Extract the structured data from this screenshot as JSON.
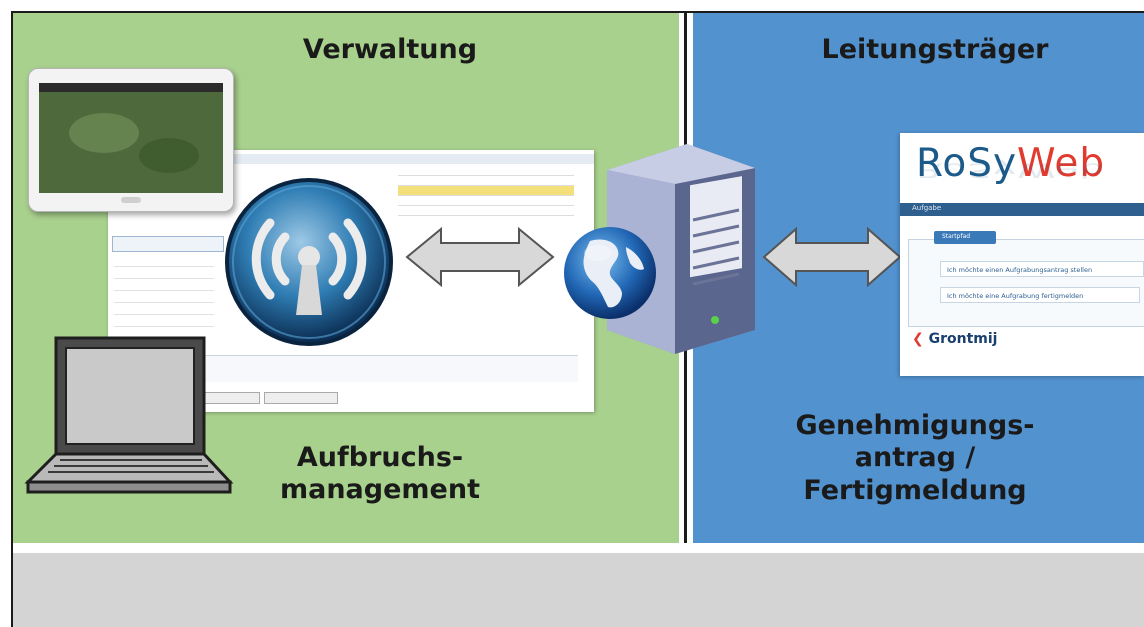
{
  "left": {
    "title": "Verwaltung",
    "bottom_label_line1": "Aufbruchs-",
    "bottom_label_line2": "management",
    "bg_color": "#a9d18e"
  },
  "right": {
    "title": "Leitungsträger",
    "bottom_label_line1": "Genehmigungs-",
    "bottom_label_line2": "antrag /",
    "bottom_label_line3": "Fertigmeldung",
    "bg_color": "#5292cf"
  },
  "rosyweb": {
    "logo_part1": "RoSy",
    "logo_part2": "Web",
    "nav_label": "Aufgabe",
    "box_tab": "Startpfad",
    "line1": "Ich möchte einen Aufgrabungsantrag stellen",
    "line2": "Ich möchte eine Aufgrabung fertigmelden",
    "company": "Grontmij",
    "logo_color": "#1c5a8a",
    "accent_color": "#e23a2f"
  },
  "icons": [
    "tablet-icon",
    "wireless-antenna-icon",
    "double-arrow-icon",
    "globe-icon",
    "server-icon",
    "laptop-icon"
  ]
}
